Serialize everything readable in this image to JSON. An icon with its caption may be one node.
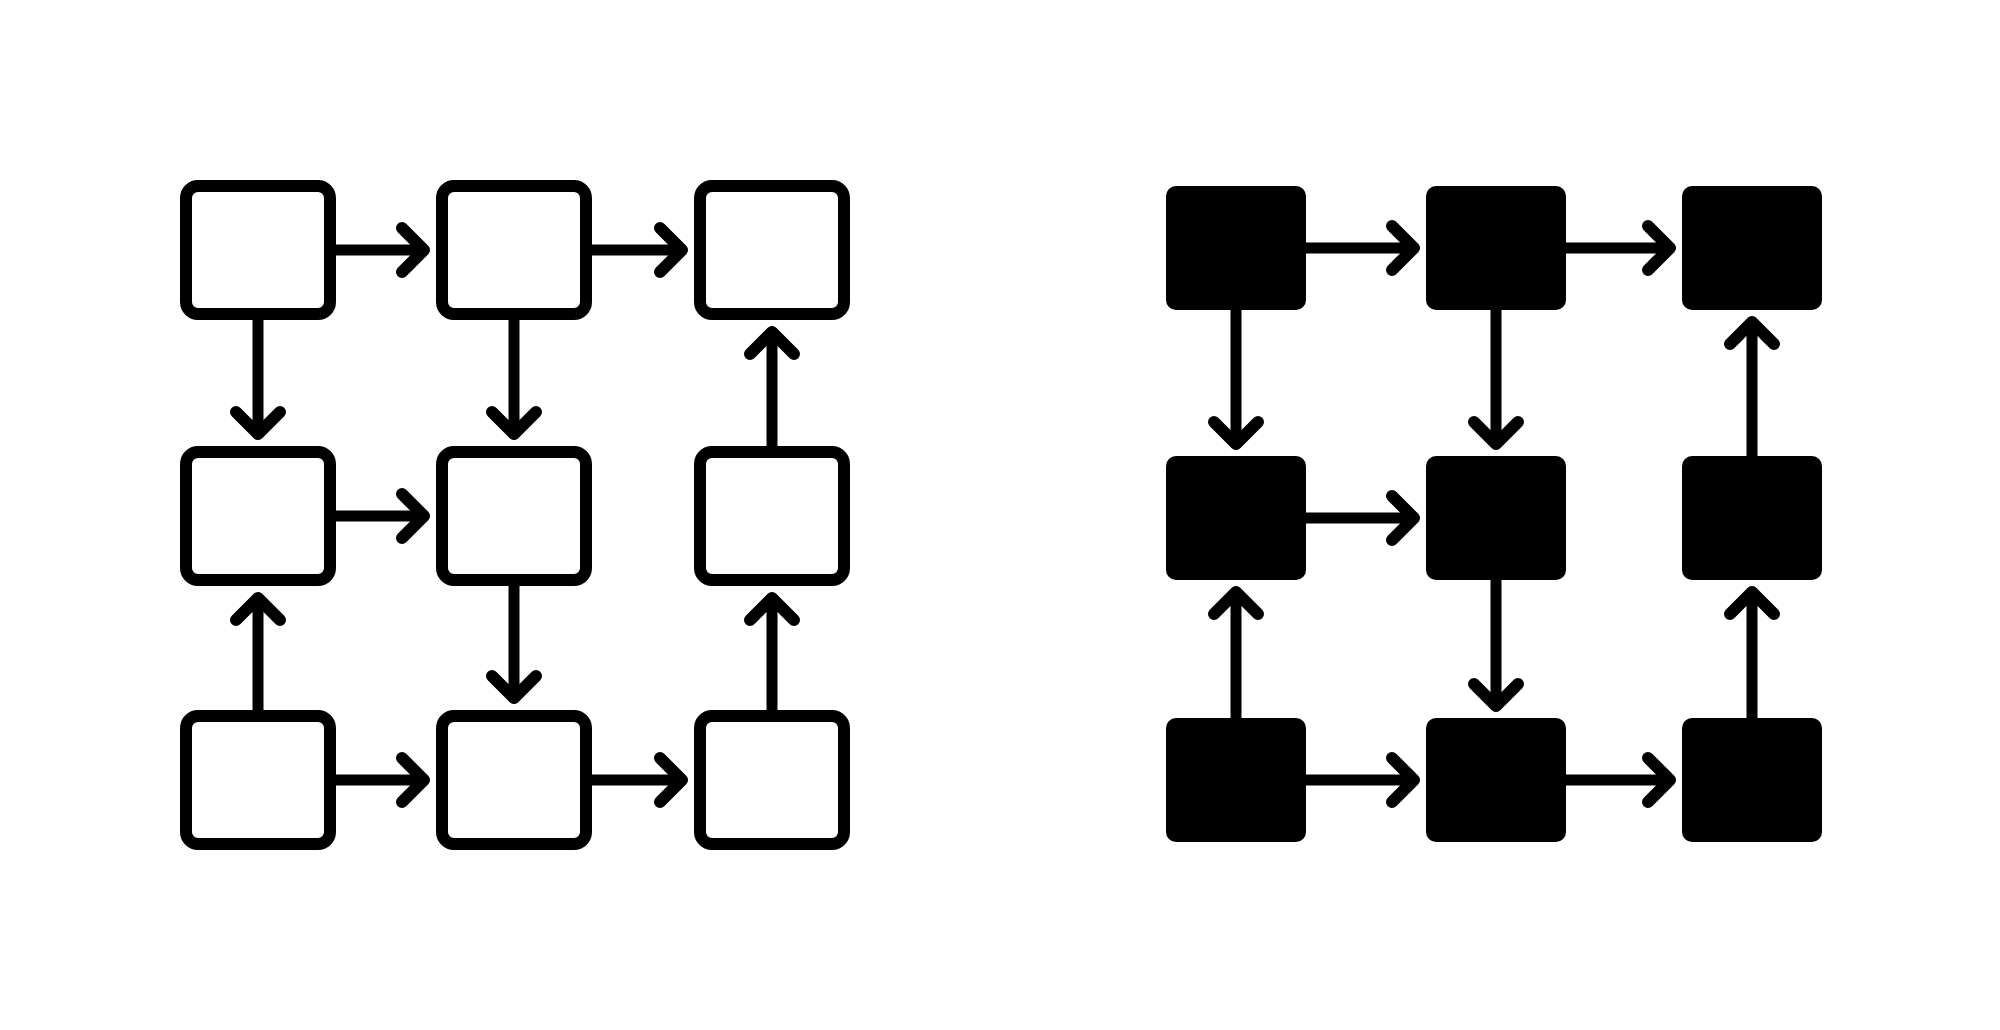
{
  "diagram": {
    "nodes": [
      {
        "text": [],
        "shape": "box"
      },
      {
        "text": [],
        "shape": "box"
      },
      {
        "text": [],
        "shape": "box"
      },
      {
        "text": [],
        "shape": "box"
      },
      {
        "text": [],
        "shape": "box"
      },
      {
        "text": [],
        "shape": "box"
      },
      {
        "text": [],
        "shape": "box"
      },
      {
        "text": [],
        "shape": "box"
      },
      {
        "text": [],
        "shape": "box"
      },
      {
        "text": [],
        "shape": "box"
      },
      {
        "text": [],
        "shape": "box"
      },
      {
        "text": [],
        "shape": "box"
      },
      {
        "text": [],
        "shape": "box"
      },
      {
        "text": [],
        "shape": "box"
      },
      {
        "text": [],
        "shape": "box"
      },
      {
        "text": [],
        "shape": "box"
      },
      {
        "text": [],
        "shape": "box"
      },
      {
        "text": [],
        "shape": "box"
      }
    ],
    "edges": [
      {
        "from": 0,
        "to": 1,
        "arrow": "to"
      },
      {
        "from": 1,
        "to": 2,
        "arrow": "to"
      },
      {
        "from": 0,
        "to": 3,
        "arrow": "to"
      },
      {
        "from": 1,
        "to": 4,
        "arrow": "to"
      },
      {
        "from": 5,
        "to": 2,
        "arrow": "to"
      },
      {
        "from": 3,
        "to": 4,
        "arrow": "to"
      },
      {
        "from": 6,
        "to": 3,
        "arrow": "to"
      },
      {
        "from": 4,
        "to": 7,
        "arrow": "to"
      },
      {
        "from": 8,
        "to": 5,
        "arrow": "to"
      },
      {
        "from": 6,
        "to": 7,
        "arrow": "to"
      },
      {
        "from": 7,
        "to": 8,
        "arrow": "to"
      },
      {
        "from": 9,
        "to": 10,
        "arrow": "to"
      },
      {
        "from": 10,
        "to": 11,
        "arrow": "to"
      },
      {
        "from": 9,
        "to": 12,
        "arrow": "to"
      },
      {
        "from": 10,
        "to": 13,
        "arrow": "to"
      },
      {
        "from": 14,
        "to": 11,
        "arrow": "to"
      },
      {
        "from": 12,
        "to": 13,
        "arrow": "to"
      },
      {
        "from": 15,
        "to": 12,
        "arrow": "to"
      },
      {
        "from": 13,
        "to": 16,
        "arrow": "to"
      },
      {
        "from": 17,
        "to": 14,
        "arrow": "to"
      },
      {
        "from": 15,
        "to": 16,
        "arrow": "to"
      },
      {
        "from": 16,
        "to": 17,
        "arrow": "to"
      }
    ]
  }
}
